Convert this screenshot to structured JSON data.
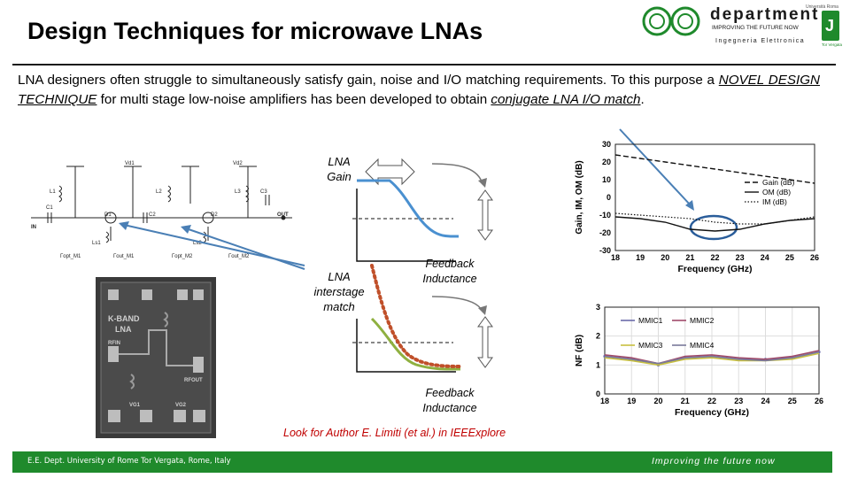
{
  "slide": {
    "title": "Design Techniques for microwave LNAs",
    "intro_a": "LNA designers often struggle to simultaneously satisfy gain, noise and I/O matching requirements. To this purpose a ",
    "intro_em1": "NOVEL DESIGN TECHNIQUE",
    "intro_b": " for multi stage low-noise amplifiers has been developed to obtain ",
    "intro_em2": "conjugate LNA I/O match",
    "intro_c": ".",
    "note": "Look for Author E. Limiti (et al.) in IEEExplore"
  },
  "logo": {
    "word": "department",
    "tagline": "IMPROVING THE FUTURE NOW",
    "sub": "Ingegneria Elettronica",
    "corner": "Università Roma",
    "badge": "Tor Vergata"
  },
  "footer": {
    "left": "E.E. Dept. University of Rome Tor Vergata, Rome, Italy",
    "right": "Improving the future now"
  },
  "concept": {
    "lna_gain": [
      "LNA",
      "Gain"
    ],
    "interstage": [
      "LNA",
      "interstage",
      "match"
    ],
    "feedback1": [
      "Feedback",
      "Inductance"
    ],
    "feedback2": [
      "Feedback",
      "Inductance"
    ]
  },
  "schematic": {
    "labels": [
      "Vd1",
      "Vd2",
      "L1",
      "L2",
      "L3",
      "C1",
      "C2",
      "C3",
      "D1",
      "D2",
      "IN",
      "OUT",
      "Ls1",
      "Ls2"
    ],
    "gammas": [
      "Γopt_M1",
      "Γout_M1",
      "Γopt_M2",
      "Γout_M2"
    ]
  },
  "chip": {
    "labels": [
      "K-BAND",
      "LNA",
      "RFIN",
      "RFOUT",
      "VG1",
      "VG2"
    ]
  },
  "colors": {
    "footer_bg": "#1f8a2c",
    "note": "#c00000",
    "arrow": "#4a7fb5",
    "blue_curve": "#4a90d0",
    "green_curve": "#8fb040",
    "red_dots": "#c0502a"
  },
  "chart_data": [
    {
      "type": "line",
      "xlabel": "Frequency (GHz)",
      "ylabel": "Gain, IM, OM (dB)",
      "xlim": [
        18,
        26
      ],
      "ylim": [
        -30,
        30
      ],
      "x_ticks": [
        "18",
        "19",
        "20",
        "21",
        "22",
        "23",
        "24",
        "25",
        "26"
      ],
      "y_ticks": [
        "30",
        "20",
        "10",
        "0",
        "-10",
        "-20",
        "-30"
      ],
      "x": [
        18,
        19,
        20,
        21,
        22,
        23,
        24,
        25,
        26
      ],
      "series": [
        {
          "name": "Gain (dB)",
          "values": [
            24,
            22,
            20,
            18,
            16,
            14,
            12,
            10,
            8
          ]
        },
        {
          "name": "OM (dB)",
          "values": [
            -11,
            -12,
            -14,
            -18,
            -19,
            -18,
            -15,
            -13,
            -12
          ]
        },
        {
          "name": "IM (dB)",
          "values": [
            -9,
            -10,
            -11,
            -12,
            -14,
            -15,
            -15,
            -13,
            -11
          ]
        }
      ],
      "legend": "right",
      "grid": false
    },
    {
      "type": "line",
      "xlabel": "Frequency (GHz)",
      "ylabel": "NF (dB)",
      "xlim": [
        18,
        26
      ],
      "ylim": [
        0,
        3
      ],
      "x_ticks": [
        "18",
        "19",
        "20",
        "21",
        "22",
        "23",
        "24",
        "25",
        "26"
      ],
      "y_ticks": [
        "3",
        "2",
        "1",
        "0"
      ],
      "x": [
        18,
        19,
        20,
        21,
        22,
        23,
        24,
        25,
        26
      ],
      "series": [
        {
          "name": "MMIC1",
          "values": [
            1.3,
            1.2,
            1.0,
            1.25,
            1.3,
            1.2,
            1.2,
            1.25,
            1.45
          ]
        },
        {
          "name": "MMIC2",
          "values": [
            1.35,
            1.25,
            1.05,
            1.3,
            1.35,
            1.25,
            1.2,
            1.3,
            1.5
          ]
        },
        {
          "name": "MMIC3",
          "values": [
            1.25,
            1.15,
            1.0,
            1.2,
            1.25,
            1.15,
            1.15,
            1.2,
            1.4
          ]
        },
        {
          "name": "MMIC4",
          "values": [
            1.3,
            1.2,
            1.05,
            1.25,
            1.3,
            1.2,
            1.15,
            1.25,
            1.45
          ]
        }
      ],
      "legend": "top-left",
      "grid": true
    }
  ]
}
